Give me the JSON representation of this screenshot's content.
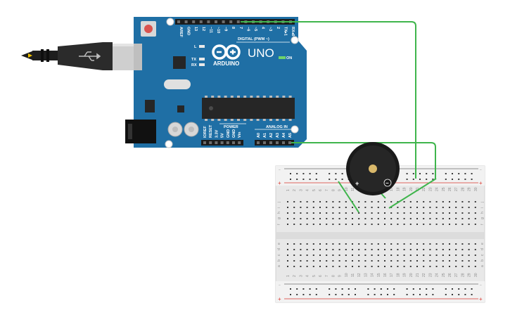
{
  "board": {
    "name": "UNO",
    "brand": "ARDUINO",
    "digital_label": "DIGITAL (PWM ~)",
    "power_label": "POWER",
    "analog_label": "ANALOG IN",
    "on_label": "ON",
    "tx_label": "TX",
    "rx_label": "RX",
    "l_label": "L",
    "digital_pins": [
      "AREF",
      "GND",
      "13",
      "12",
      "~11",
      "~10",
      "~9",
      "8",
      "7",
      "~6",
      "~5",
      "4",
      "~3",
      "2",
      "TX▸1",
      "RX◂0"
    ],
    "power_pins": [
      "IOREF",
      "RESET",
      "3.3V",
      "5V",
      "GND",
      "GND",
      "Vin"
    ],
    "analog_pins": [
      "A0",
      "A1",
      "A2",
      "A3",
      "A4",
      "A5"
    ]
  },
  "breadboard": {
    "columns": [
      "1",
      "2",
      "3",
      "4",
      "5",
      "6",
      "7",
      "8",
      "9",
      "10",
      "11",
      "12",
      "13",
      "14",
      "15",
      "16",
      "17",
      "18",
      "19",
      "20",
      "21",
      "22",
      "23",
      "24",
      "25",
      "26",
      "27",
      "28",
      "29",
      "30"
    ],
    "rows_top": [
      "j",
      "i",
      "h",
      "g",
      "f"
    ],
    "rows_bottom": [
      "e",
      "d",
      "c",
      "b",
      "a"
    ],
    "rail_plus": "+",
    "rail_minus": "−"
  },
  "buzzer": {
    "plus": "+",
    "minus": "−"
  },
  "colors": {
    "board": "#1f6fa5",
    "board_dark": "#175d8c",
    "wire": "#3fb54c",
    "rail_red": "#d9342b",
    "usb": "#2b2b2b"
  },
  "icons": {
    "usb": "usb-icon",
    "logo": "infinity-logo-icon"
  }
}
